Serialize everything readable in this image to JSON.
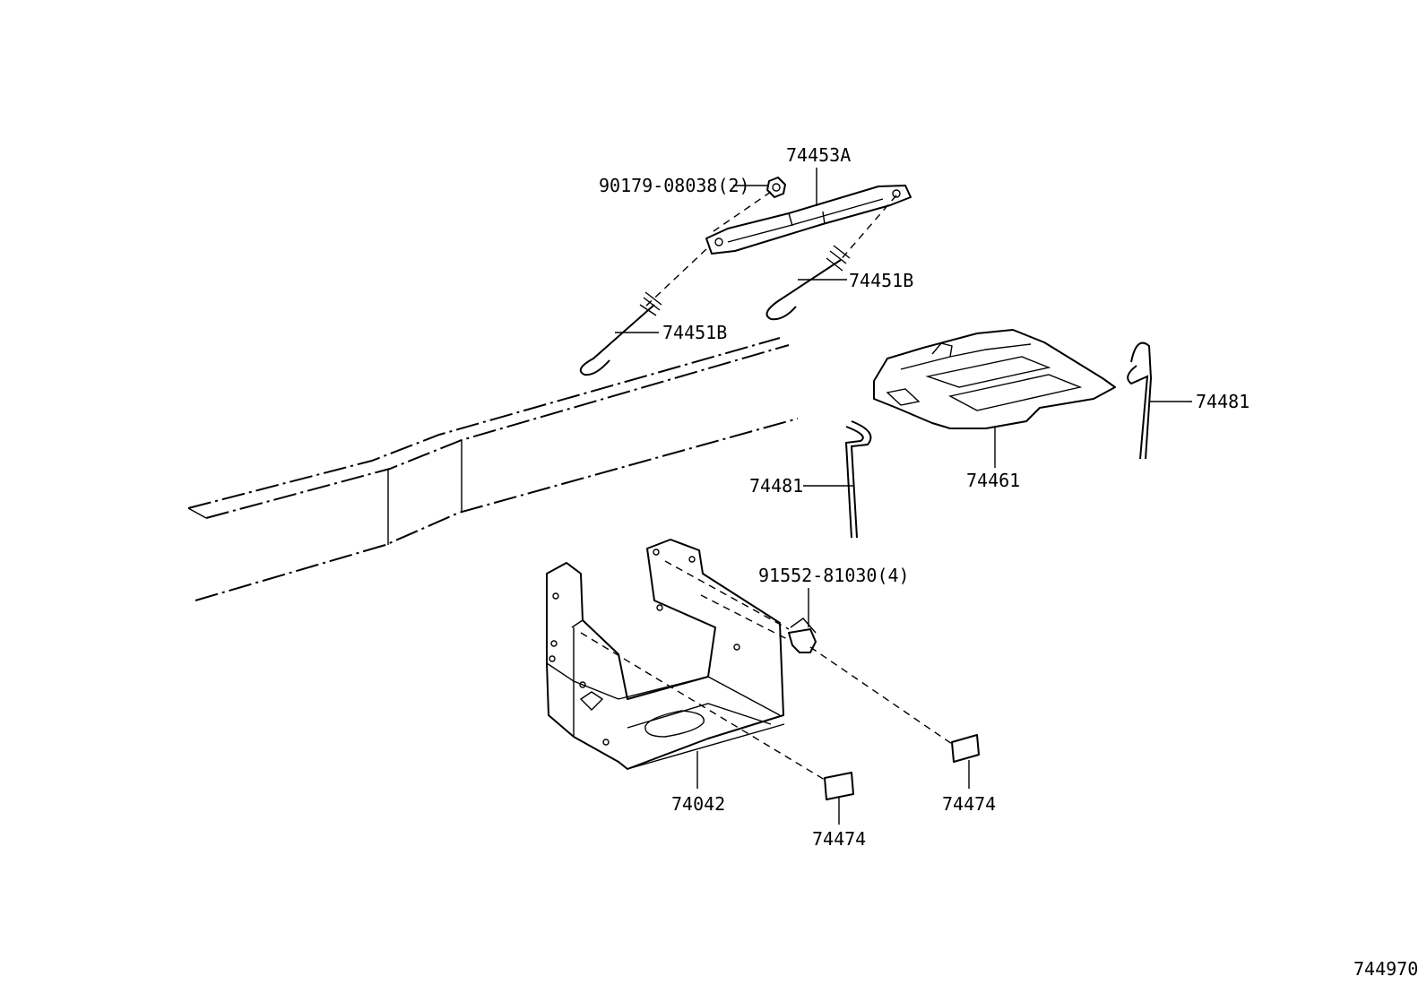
{
  "callouts": {
    "c_74453A": "74453A",
    "c_90179": "90179-08038(2)",
    "c_74451B_right": "74451B",
    "c_74451B_left": "74451B",
    "c_74481_right": "74481",
    "c_74481_left": "74481",
    "c_74461": "74461",
    "c_91552": "91552-81030(4)",
    "c_74042": "74042",
    "c_74474_right": "74474",
    "c_74474_left": "74474"
  },
  "illustration_id": "744970",
  "colors": {
    "ink": "#000000",
    "paper": "#ffffff"
  }
}
